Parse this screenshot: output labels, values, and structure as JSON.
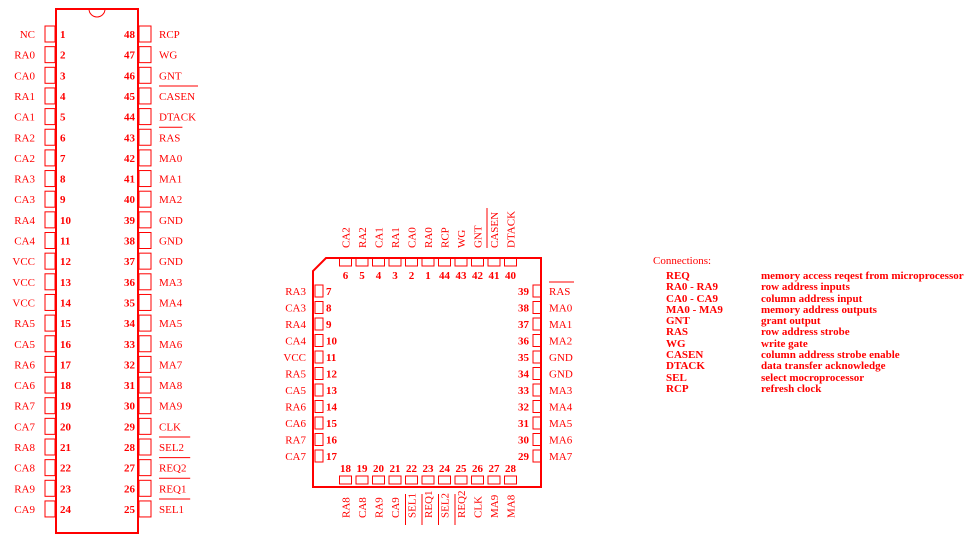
{
  "color": "#ff0000",
  "dip48": {
    "left": [
      {
        "pin": "1",
        "label": "NC"
      },
      {
        "pin": "2",
        "label": "RA0"
      },
      {
        "pin": "3",
        "label": "CA0"
      },
      {
        "pin": "4",
        "label": "RA1"
      },
      {
        "pin": "5",
        "label": "CA1"
      },
      {
        "pin": "6",
        "label": "RA2"
      },
      {
        "pin": "7",
        "label": "CA2"
      },
      {
        "pin": "8",
        "label": "RA3"
      },
      {
        "pin": "9",
        "label": "CA3"
      },
      {
        "pin": "10",
        "label": "RA4"
      },
      {
        "pin": "11",
        "label": "CA4"
      },
      {
        "pin": "12",
        "label": "VCC"
      },
      {
        "pin": "13",
        "label": "VCC"
      },
      {
        "pin": "14",
        "label": "VCC"
      },
      {
        "pin": "15",
        "label": "RA5"
      },
      {
        "pin": "16",
        "label": "CA5"
      },
      {
        "pin": "17",
        "label": "RA6"
      },
      {
        "pin": "18",
        "label": "CA6"
      },
      {
        "pin": "19",
        "label": "RA7"
      },
      {
        "pin": "20",
        "label": "CA7"
      },
      {
        "pin": "21",
        "label": "RA8"
      },
      {
        "pin": "22",
        "label": "CA8"
      },
      {
        "pin": "23",
        "label": "RA9"
      },
      {
        "pin": "24",
        "label": "CA9"
      }
    ],
    "right": [
      {
        "pin": "48",
        "label": "RCP"
      },
      {
        "pin": "47",
        "label": "WG"
      },
      {
        "pin": "46",
        "label": "GNT"
      },
      {
        "pin": "45",
        "label": "CASEN",
        "overbar": true
      },
      {
        "pin": "44",
        "label": "DTACK"
      },
      {
        "pin": "43",
        "label": "RAS",
        "overbar": true
      },
      {
        "pin": "42",
        "label": "MA0"
      },
      {
        "pin": "41",
        "label": "MA1"
      },
      {
        "pin": "40",
        "label": "MA2"
      },
      {
        "pin": "39",
        "label": "GND"
      },
      {
        "pin": "38",
        "label": "GND"
      },
      {
        "pin": "37",
        "label": "GND"
      },
      {
        "pin": "36",
        "label": "MA3"
      },
      {
        "pin": "35",
        "label": "MA4"
      },
      {
        "pin": "34",
        "label": "MA5"
      },
      {
        "pin": "33",
        "label": "MA6"
      },
      {
        "pin": "32",
        "label": "MA7"
      },
      {
        "pin": "31",
        "label": "MA8"
      },
      {
        "pin": "30",
        "label": "MA9"
      },
      {
        "pin": "29",
        "label": "CLK"
      },
      {
        "pin": "28",
        "label": "SEL2",
        "overbar": true
      },
      {
        "pin": "27",
        "label": "REQ2",
        "overbar": true
      },
      {
        "pin": "26",
        "label": "REQ1",
        "overbar": true
      },
      {
        "pin": "25",
        "label": "SEL1",
        "overbar": true
      }
    ]
  },
  "plcc44": {
    "top": [
      {
        "pin": "6",
        "label": "CA2"
      },
      {
        "pin": "5",
        "label": "RA2"
      },
      {
        "pin": "4",
        "label": "CA1"
      },
      {
        "pin": "3",
        "label": "RA1"
      },
      {
        "pin": "2",
        "label": "CA0"
      },
      {
        "pin": "1",
        "label": "RA0"
      },
      {
        "pin": "44",
        "label": "RCP"
      },
      {
        "pin": "43",
        "label": "WG"
      },
      {
        "pin": "42",
        "label": "GNT"
      },
      {
        "pin": "41",
        "label": "CASEN",
        "overbar": true
      },
      {
        "pin": "40",
        "label": "DTACK"
      }
    ],
    "left": [
      {
        "pin": "7",
        "label": "RA3"
      },
      {
        "pin": "8",
        "label": "CA3"
      },
      {
        "pin": "9",
        "label": "RA4"
      },
      {
        "pin": "10",
        "label": "CA4"
      },
      {
        "pin": "11",
        "label": "VCC"
      },
      {
        "pin": "12",
        "label": "RA5"
      },
      {
        "pin": "13",
        "label": "CA5"
      },
      {
        "pin": "14",
        "label": "RA6"
      },
      {
        "pin": "15",
        "label": "CA6"
      },
      {
        "pin": "16",
        "label": "RA7"
      },
      {
        "pin": "17",
        "label": "CA7"
      }
    ],
    "right": [
      {
        "pin": "39",
        "label": "RAS",
        "overbar": true
      },
      {
        "pin": "38",
        "label": "MA0"
      },
      {
        "pin": "37",
        "label": "MA1"
      },
      {
        "pin": "36",
        "label": "MA2"
      },
      {
        "pin": "35",
        "label": "GND"
      },
      {
        "pin": "34",
        "label": "GND"
      },
      {
        "pin": "33",
        "label": "MA3"
      },
      {
        "pin": "32",
        "label": "MA4"
      },
      {
        "pin": "31",
        "label": "MA5"
      },
      {
        "pin": "30",
        "label": "MA6"
      },
      {
        "pin": "29",
        "label": "MA7"
      }
    ],
    "bottom": [
      {
        "pin": "18",
        "label": "RA8"
      },
      {
        "pin": "19",
        "label": "CA8"
      },
      {
        "pin": "20",
        "label": "RA9"
      },
      {
        "pin": "21",
        "label": "CA9"
      },
      {
        "pin": "22",
        "label": "SEL1",
        "overbar": true
      },
      {
        "pin": "23",
        "label": "REQ1",
        "overbar": true
      },
      {
        "pin": "24",
        "label": "SEL2",
        "overbar": true
      },
      {
        "pin": "25",
        "label": "REQ2",
        "overbar": true
      },
      {
        "pin": "26",
        "label": "CLK"
      },
      {
        "pin": "27",
        "label": "MA9"
      },
      {
        "pin": "28",
        "label": "MA8"
      }
    ]
  },
  "legend": {
    "title": "Connections:",
    "rows": [
      {
        "name": "REQ",
        "desc": "memory access reqest from microprocessor"
      },
      {
        "name": "RA0 - RA9",
        "desc": "row address inputs"
      },
      {
        "name": "CA0 - CA9",
        "desc": "column address input"
      },
      {
        "name": "MA0 - MA9",
        "desc": "memory address outputs"
      },
      {
        "name": "GNT",
        "desc": "grant output"
      },
      {
        "name": "RAS",
        "desc": "row address strobe"
      },
      {
        "name": "WG",
        "desc": "write gate"
      },
      {
        "name": "CASEN",
        "desc": "column address strobe enable"
      },
      {
        "name": "DTACK",
        "desc": "data transfer acknowledge"
      },
      {
        "name": "SEL",
        "desc": "select mocroprocessor"
      },
      {
        "name": "RCP",
        "desc": "refresh clock"
      }
    ]
  }
}
